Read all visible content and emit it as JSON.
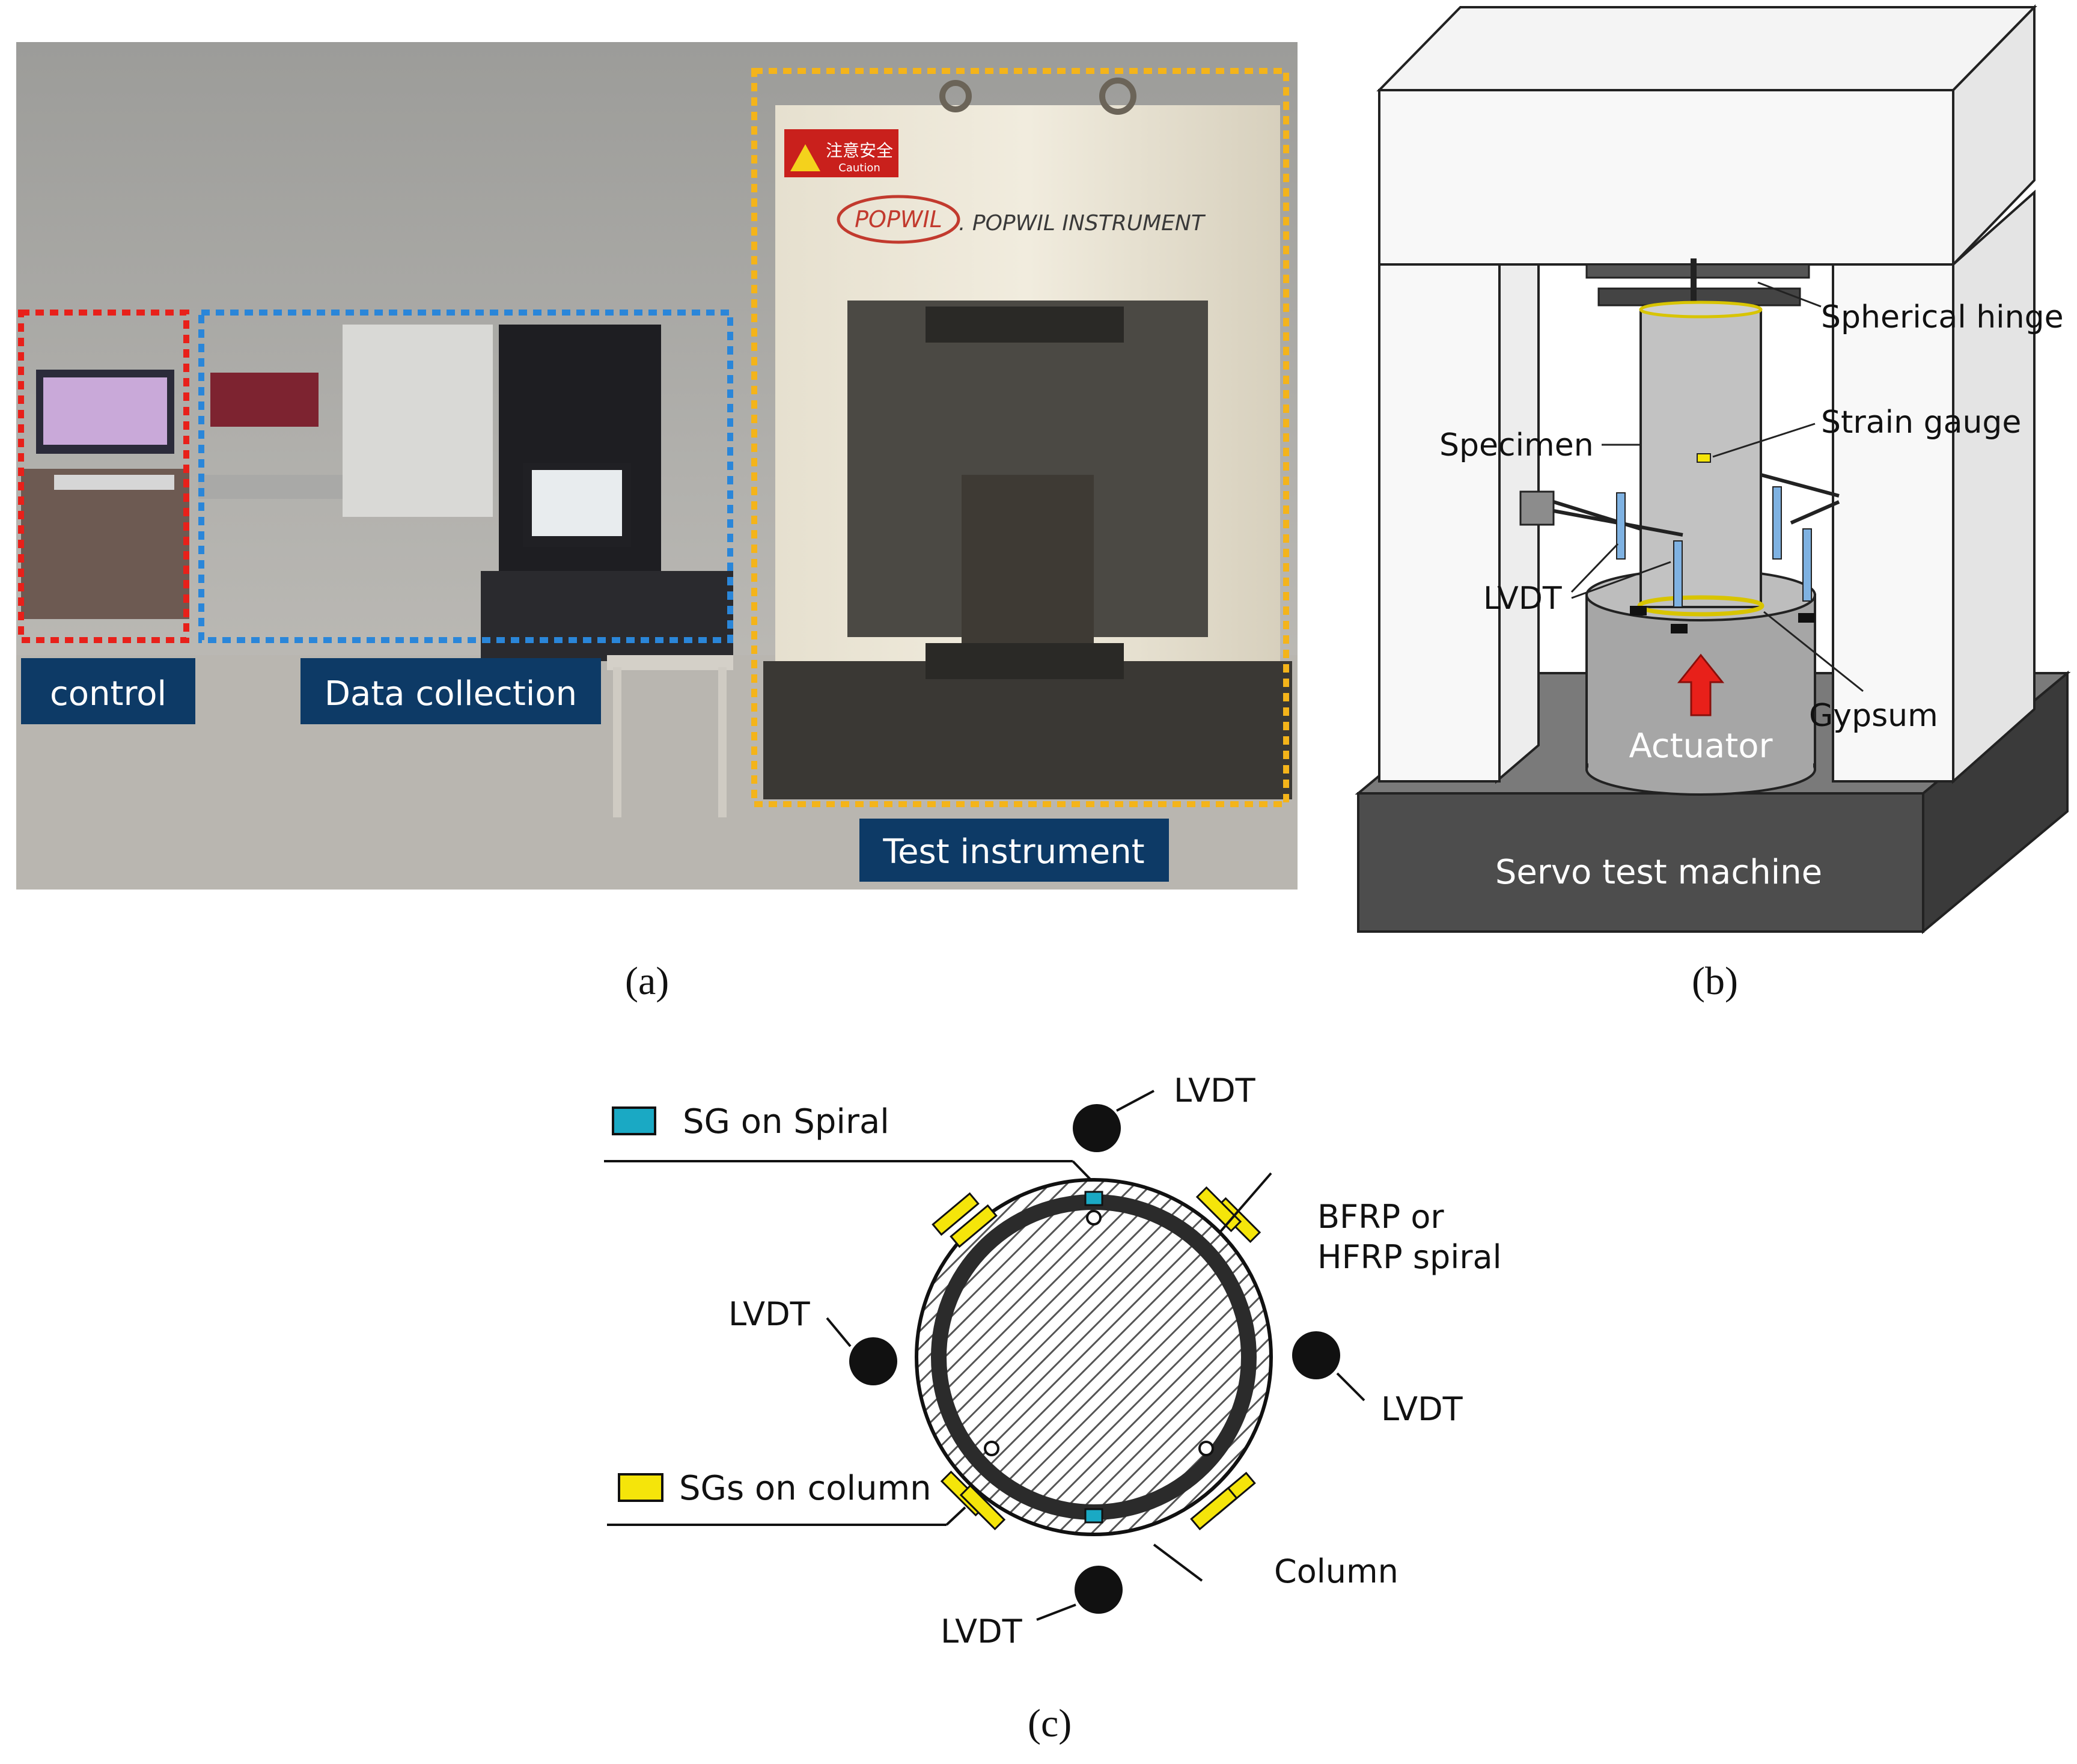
{
  "panel_a": {
    "labels": {
      "control": "control",
      "data_collection": "Data collection",
      "test_instrument": "Test instrument"
    },
    "machine_sign": {
      "brand": "POPWIL",
      "instrument": ". POPWIL INSTRUMENT",
      "caution_cn": "注意安全",
      "caution_en": "Caution"
    },
    "caption": "(a)"
  },
  "panel_b": {
    "labels": {
      "spherical_hinge": "Spherical hinge",
      "strain_gauge": "Strain gauge",
      "specimen": "Specimen",
      "lvdt": "LVDT",
      "gypsum": "Gypsum",
      "actuator": "Actuator",
      "servo": "Servo test machine"
    },
    "caption": "(b)"
  },
  "panel_c": {
    "legend": {
      "sg_spiral": "SG on Spiral",
      "sg_column": "SGs on column"
    },
    "labels": {
      "lvdt_top": "LVDT",
      "lvdt_left": "LVDT",
      "lvdt_right": "LVDT",
      "lvdt_bottom": "LVDT",
      "bfrp_line1": "BFRP or",
      "bfrp_line2": "HFRP spiral",
      "column": "Column"
    },
    "colors": {
      "sg_spiral": "#1aa9c4",
      "sg_column": "#f5e50a"
    },
    "caption": "(c)"
  },
  "colors": {
    "control_box": "#e8201a",
    "data_box": "#2a86d9",
    "test_box": "#f4b41a",
    "label_bg": "#0d3a66",
    "actuator_arrow": "#e8201a"
  }
}
